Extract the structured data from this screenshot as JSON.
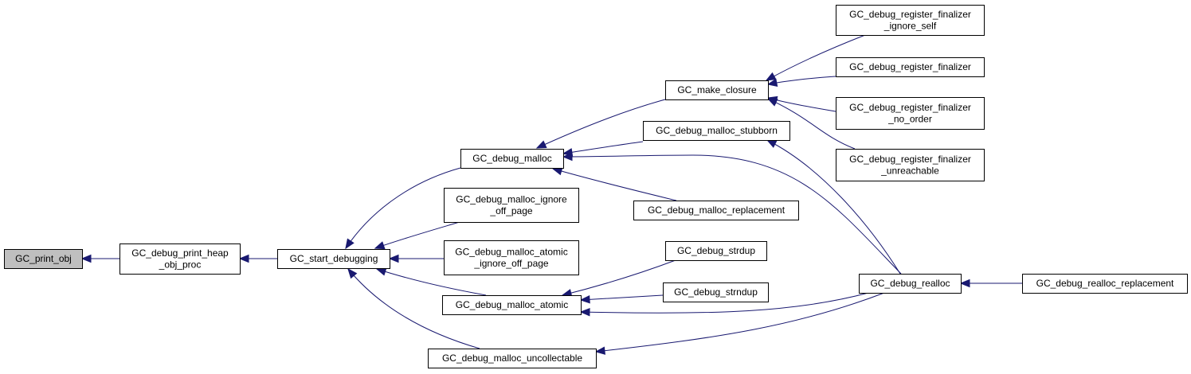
{
  "graph": {
    "colors": {
      "edge": "#191970",
      "node_fill": "#ffffff",
      "root_fill": "#bfbfbf",
      "border": "#000000"
    },
    "nodes": [
      {
        "id": "print_obj",
        "lines": [
          "GC_print_obj"
        ]
      },
      {
        "id": "print_heap_obj_proc",
        "lines": [
          "GC_debug_print_heap",
          "_obj_proc"
        ]
      },
      {
        "id": "start_debugging",
        "lines": [
          "GC_start_debugging"
        ]
      },
      {
        "id": "debug_malloc",
        "lines": [
          "GC_debug_malloc"
        ]
      },
      {
        "id": "malloc_ignore_off_page",
        "lines": [
          "GC_debug_malloc_ignore",
          "_off_page"
        ]
      },
      {
        "id": "malloc_atomic_ignore_off_page",
        "lines": [
          "GC_debug_malloc_atomic",
          "_ignore_off_page"
        ]
      },
      {
        "id": "malloc_atomic",
        "lines": [
          "GC_debug_malloc_atomic"
        ]
      },
      {
        "id": "malloc_uncollectable",
        "lines": [
          "GC_debug_malloc_uncollectable"
        ]
      },
      {
        "id": "make_closure",
        "lines": [
          "GC_make_closure"
        ]
      },
      {
        "id": "malloc_stubborn",
        "lines": [
          "GC_debug_malloc_stubborn"
        ]
      },
      {
        "id": "malloc_replacement",
        "lines": [
          "GC_debug_malloc_replacement"
        ]
      },
      {
        "id": "strdup",
        "lines": [
          "GC_debug_strdup"
        ]
      },
      {
        "id": "strndup",
        "lines": [
          "GC_debug_strndup"
        ]
      },
      {
        "id": "reg_fin_ignore_self",
        "lines": [
          "GC_debug_register_finalizer",
          "_ignore_self"
        ]
      },
      {
        "id": "reg_fin",
        "lines": [
          "GC_debug_register_finalizer"
        ]
      },
      {
        "id": "reg_fin_no_order",
        "lines": [
          "GC_debug_register_finalizer",
          "_no_order"
        ]
      },
      {
        "id": "reg_fin_unreachable",
        "lines": [
          "GC_debug_register_finalizer",
          "_unreachable"
        ]
      },
      {
        "id": "debug_realloc",
        "lines": [
          "GC_debug_realloc"
        ]
      },
      {
        "id": "realloc_replacement",
        "lines": [
          "GC_debug_realloc_replacement"
        ]
      }
    ],
    "edges": [
      {
        "from": "print_heap_obj_proc",
        "to": "print_obj"
      },
      {
        "from": "start_debugging",
        "to": "print_heap_obj_proc"
      },
      {
        "from": "debug_malloc",
        "to": "start_debugging"
      },
      {
        "from": "malloc_ignore_off_page",
        "to": "start_debugging"
      },
      {
        "from": "malloc_atomic_ignore_off_page",
        "to": "start_debugging"
      },
      {
        "from": "malloc_atomic",
        "to": "start_debugging"
      },
      {
        "from": "malloc_uncollectable",
        "to": "start_debugging"
      },
      {
        "from": "make_closure",
        "to": "debug_malloc"
      },
      {
        "from": "malloc_stubborn",
        "to": "debug_malloc"
      },
      {
        "from": "malloc_replacement",
        "to": "debug_malloc"
      },
      {
        "from": "debug_realloc",
        "to": "debug_malloc"
      },
      {
        "from": "reg_fin_ignore_self",
        "to": "make_closure"
      },
      {
        "from": "reg_fin",
        "to": "make_closure"
      },
      {
        "from": "reg_fin_no_order",
        "to": "make_closure"
      },
      {
        "from": "reg_fin_unreachable",
        "to": "make_closure"
      },
      {
        "from": "debug_realloc",
        "to": "malloc_stubborn"
      },
      {
        "from": "strdup",
        "to": "malloc_atomic"
      },
      {
        "from": "strndup",
        "to": "malloc_atomic"
      },
      {
        "from": "debug_realloc",
        "to": "malloc_atomic"
      },
      {
        "from": "debug_realloc",
        "to": "malloc_uncollectable"
      },
      {
        "from": "realloc_replacement",
        "to": "debug_realloc"
      }
    ]
  }
}
